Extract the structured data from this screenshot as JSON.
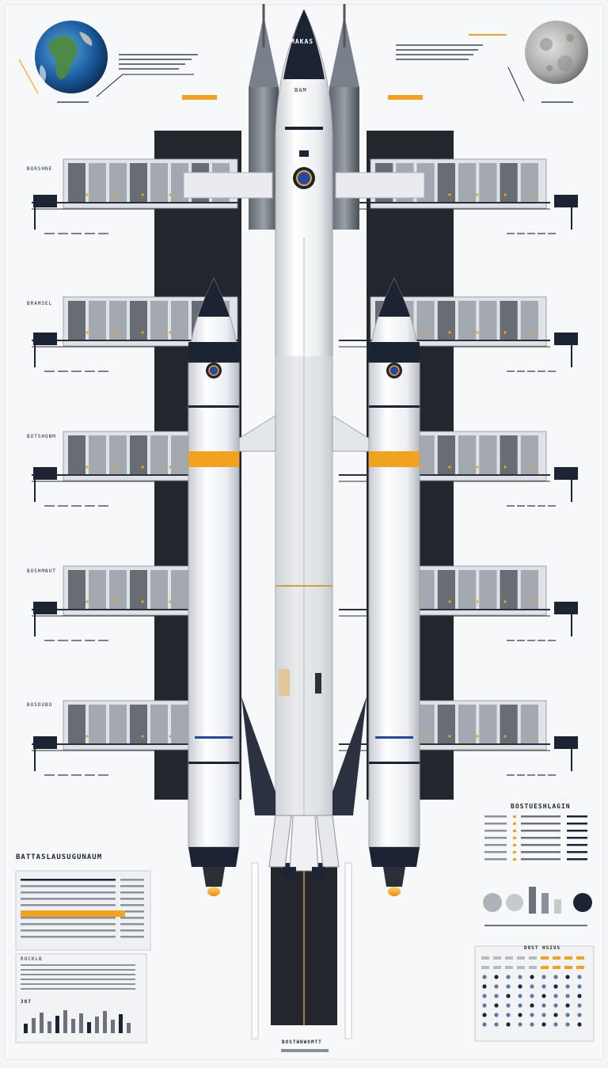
{
  "header": {
    "title_top": "MAKAS",
    "ship_label": "BAM"
  },
  "left_panel": {
    "title": "BATTASLAUSUGUNAUM",
    "sub_title": "ROCKLB",
    "note": "307"
  },
  "right_panel": {
    "title": "BOSTUESHLAGIN",
    "sub_title": "DOST  HSIVS"
  },
  "footer": {
    "label": "BOSTWNWOMTT"
  },
  "levels": [
    {
      "label": "BORSHNE"
    },
    {
      "label": "BRAMSEL"
    },
    {
      "label": "BOTSHONM"
    },
    {
      "label": "BOSHMNUT"
    },
    {
      "label": "BOSDUBU"
    }
  ],
  "colors": {
    "accent": "#f1a31f",
    "navy": "#1c2434",
    "hull": "#f3f4f6",
    "tower": "#23262d"
  },
  "icons": [
    "earth-icon",
    "moon-icon"
  ]
}
